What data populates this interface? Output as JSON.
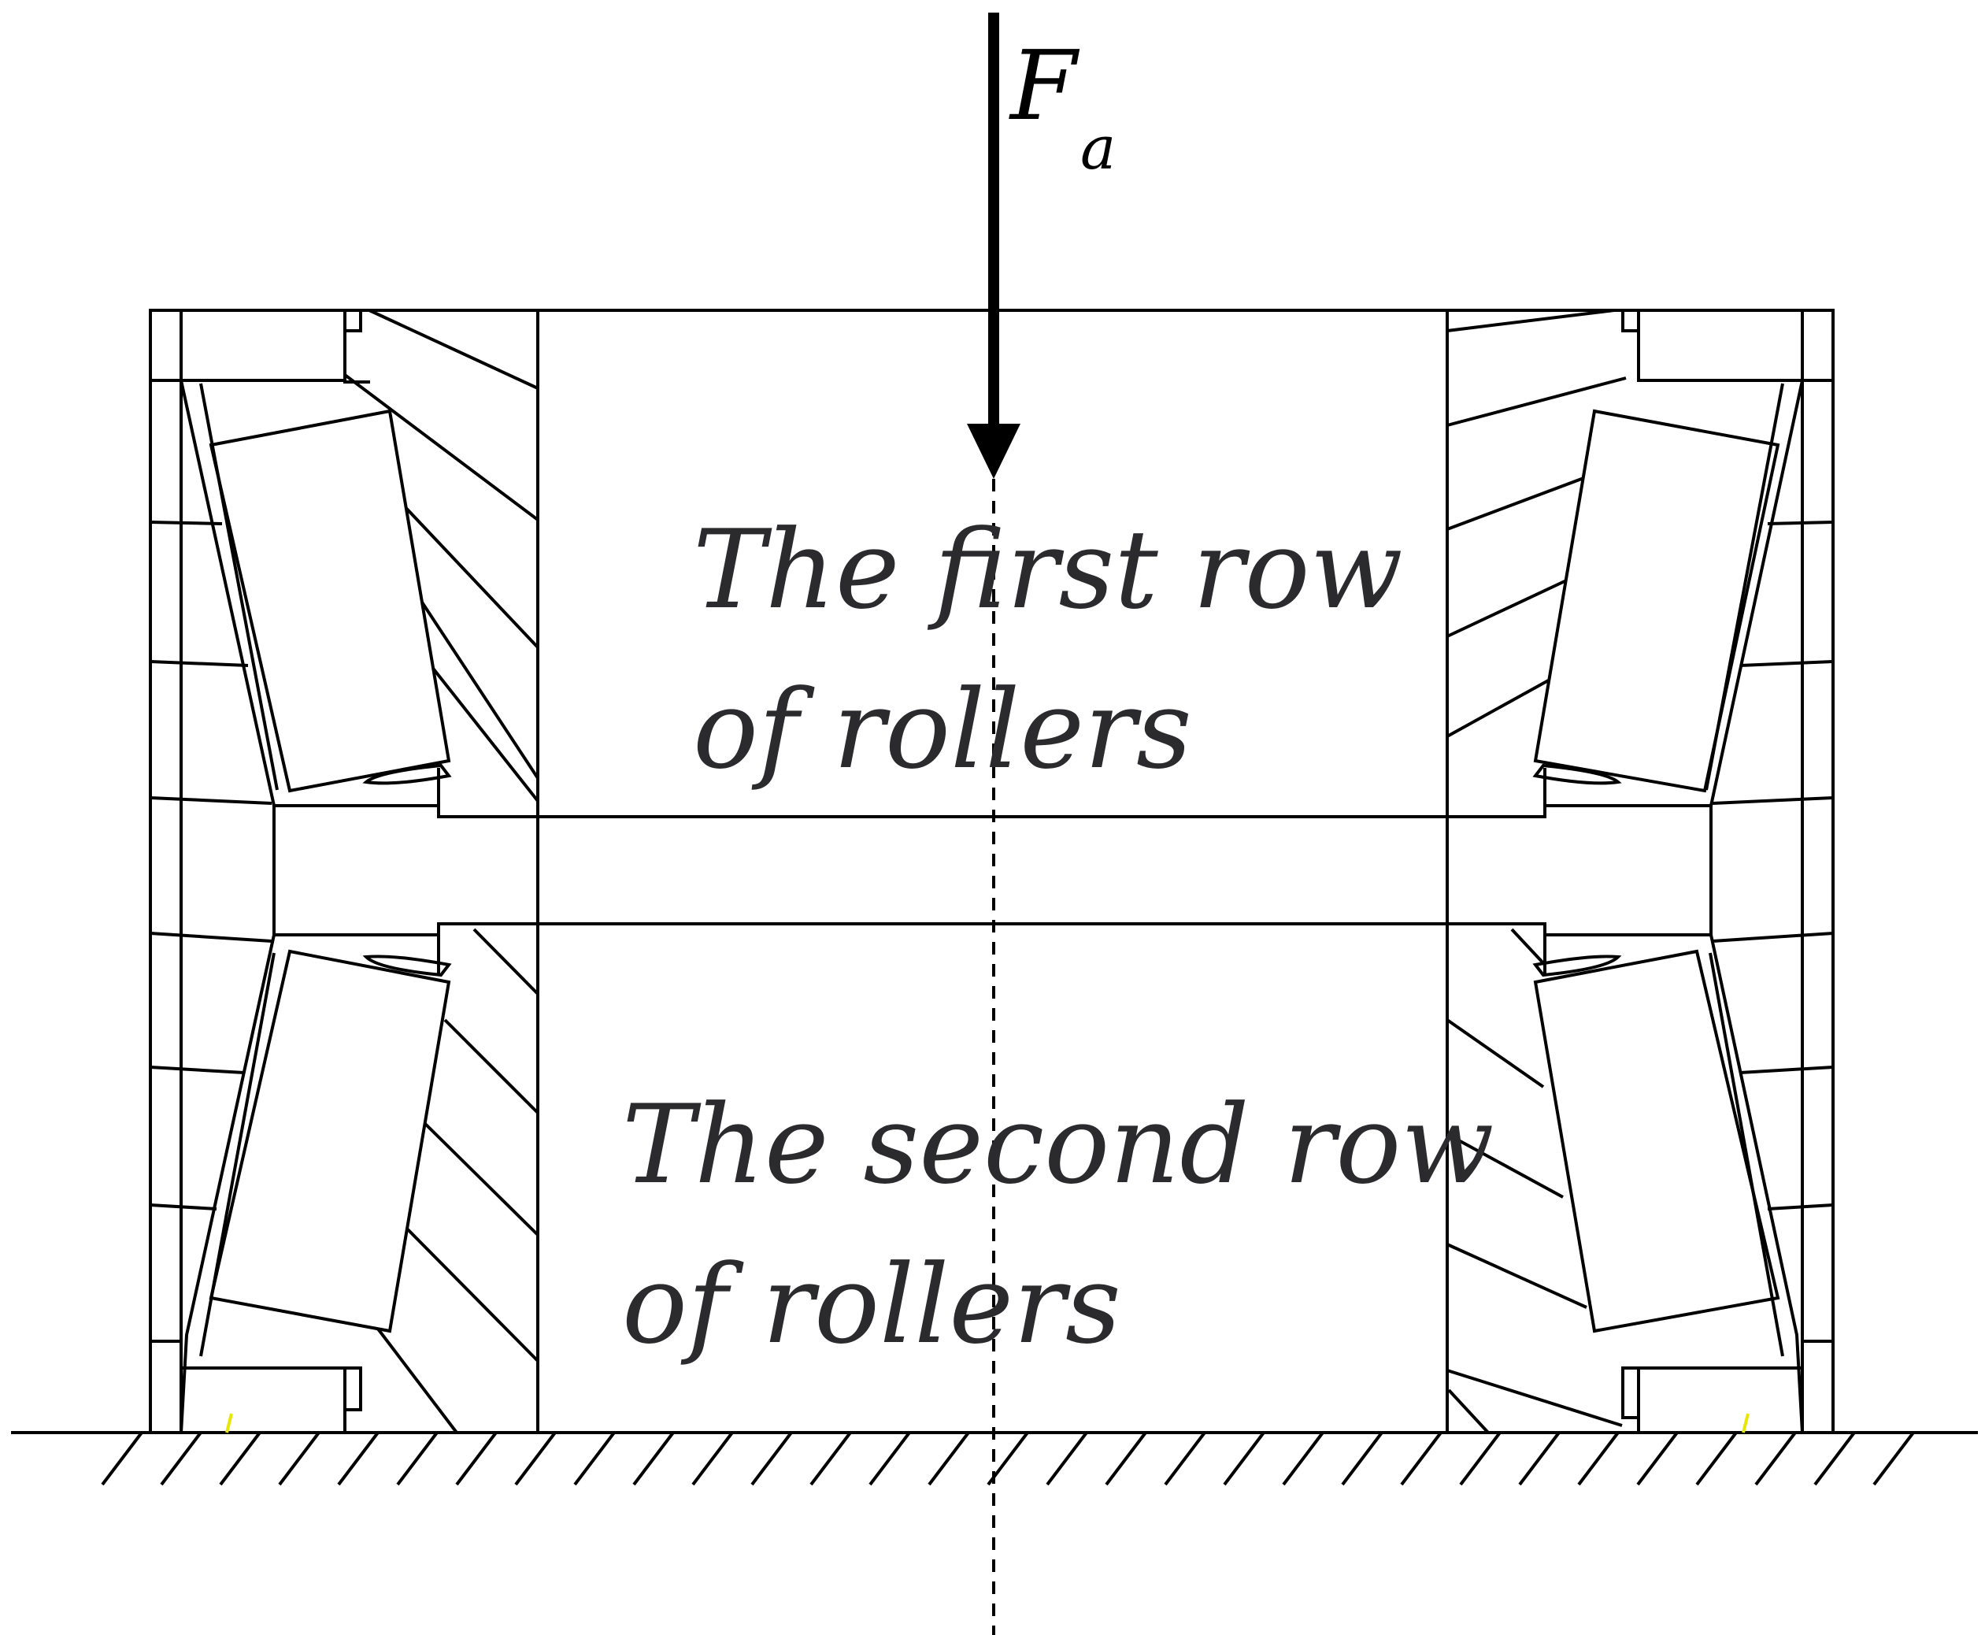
{
  "force": {
    "symbol": "F",
    "subscript": "a"
  },
  "labels": {
    "first_row_line1": "The first row",
    "first_row_line2": "of rollers",
    "second_row_line1": "The second row",
    "second_row_line2": "of rollers"
  },
  "colors": {
    "line": "#000000",
    "text": "#2b2b2e",
    "marker": "#e6e600"
  }
}
